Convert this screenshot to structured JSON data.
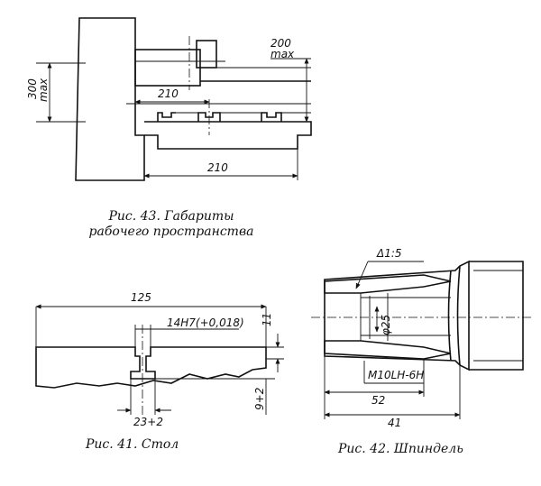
{
  "fig43": {
    "caption_line1": "Рис. 43. Габариты",
    "caption_line2": "рабочего пространства",
    "dim_vertical": "300",
    "dim_vertical_sub": "max",
    "dim_top": "200",
    "dim_top_sub": "max",
    "dim_mid": "210",
    "dim_bottom": "210"
  },
  "fig41": {
    "caption": "Рис. 41. Стол",
    "dim_width": "125",
    "dim_slot": "14H7(+0,018)",
    "dim_right": "11",
    "dim_depth": "9+2",
    "dim_bottom": "23+2"
  },
  "fig42": {
    "caption": "Рис. 42. Шпиндель",
    "dim_taper": "Δ1:5",
    "dim_bore": "φ25",
    "dim_thread": "M10LH-6H",
    "dim_52": "52",
    "dim_41": "41"
  }
}
